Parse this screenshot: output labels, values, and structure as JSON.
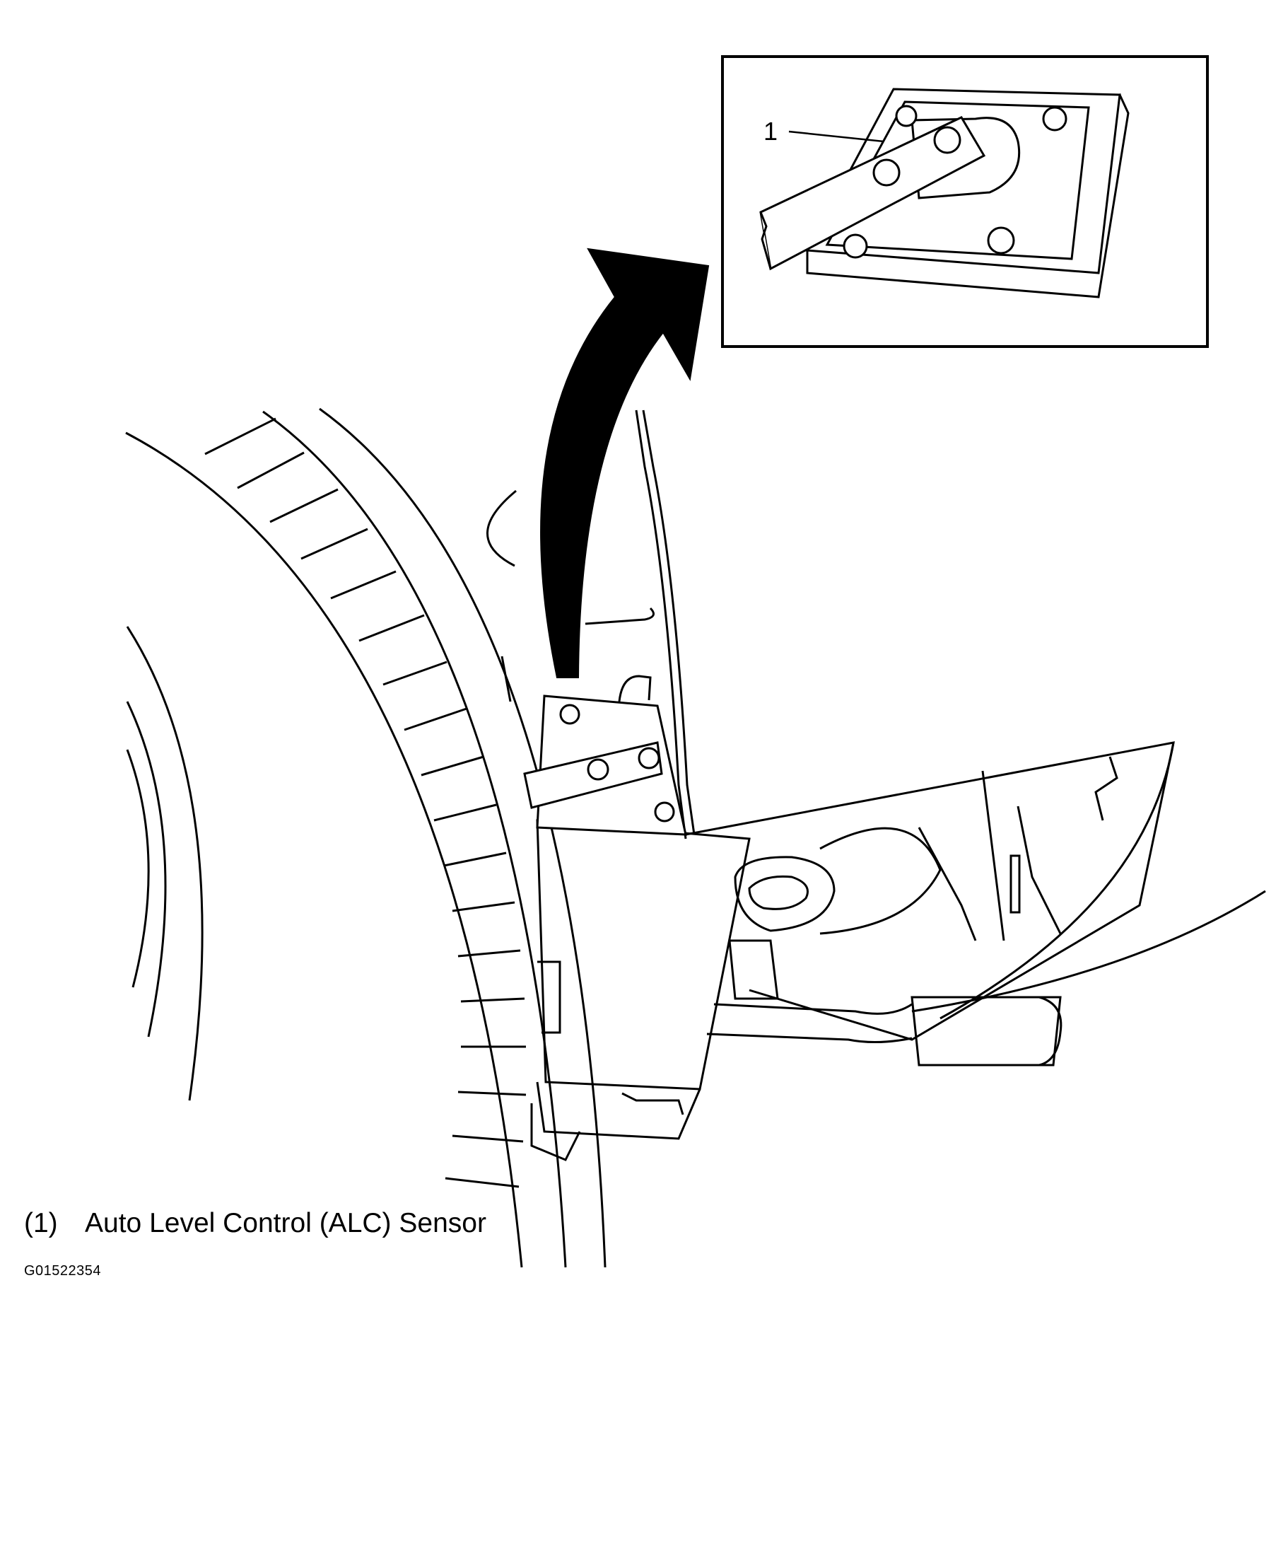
{
  "callouts": [
    {
      "number": "1"
    }
  ],
  "legend": [
    {
      "key": "(1)",
      "label": "Auto Level Control (ALC) Sensor"
    }
  ],
  "figure_id": "G01522354"
}
